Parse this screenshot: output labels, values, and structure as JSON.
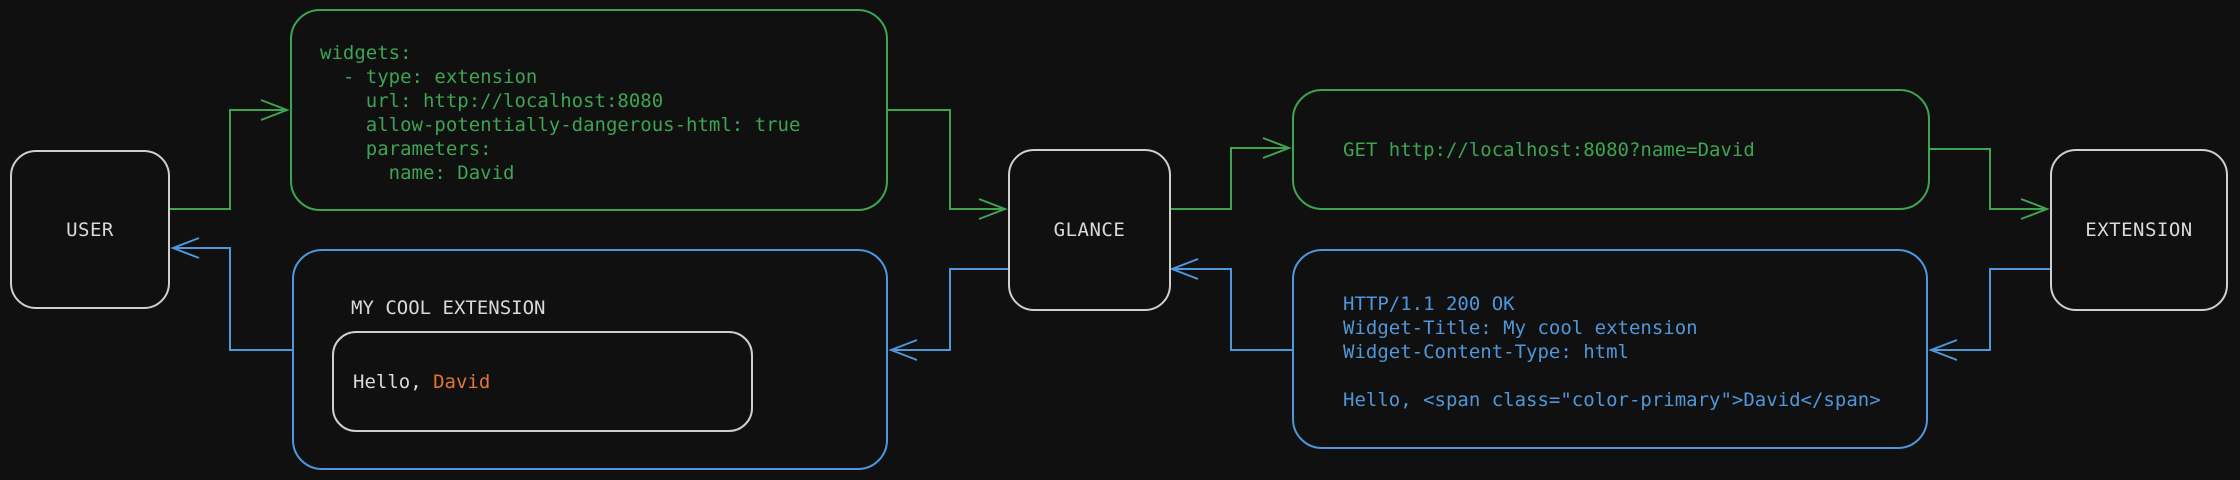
{
  "colors": {
    "background": "#101010",
    "green": "#3da452",
    "blue": "#4f97da",
    "orange": "#e2742f",
    "node_border": "#cfcfcf",
    "text_light": "#dadada"
  },
  "nodes": {
    "user": {
      "label": "USER"
    },
    "glance": {
      "label": "GLANCE"
    },
    "extension": {
      "label": "EXTENSION"
    }
  },
  "config_box": {
    "lines": [
      "widgets:",
      "  - type: extension",
      "    url: http://localhost:8080",
      "    allow-potentially-dangerous-html: true",
      "    parameters:",
      "      name: David"
    ]
  },
  "request_box": {
    "text": "GET http://localhost:8080?name=David"
  },
  "response_box": {
    "lines": [
      "HTTP/1.1 200 OK",
      "Widget-Title: My cool extension",
      "Widget-Content-Type: html",
      "",
      "Hello, <span class=\"color-primary\">David</span>"
    ]
  },
  "rendered_box": {
    "title": "MY COOL EXTENSION",
    "greeting": {
      "prefix": "Hello, ",
      "name": "David"
    }
  }
}
